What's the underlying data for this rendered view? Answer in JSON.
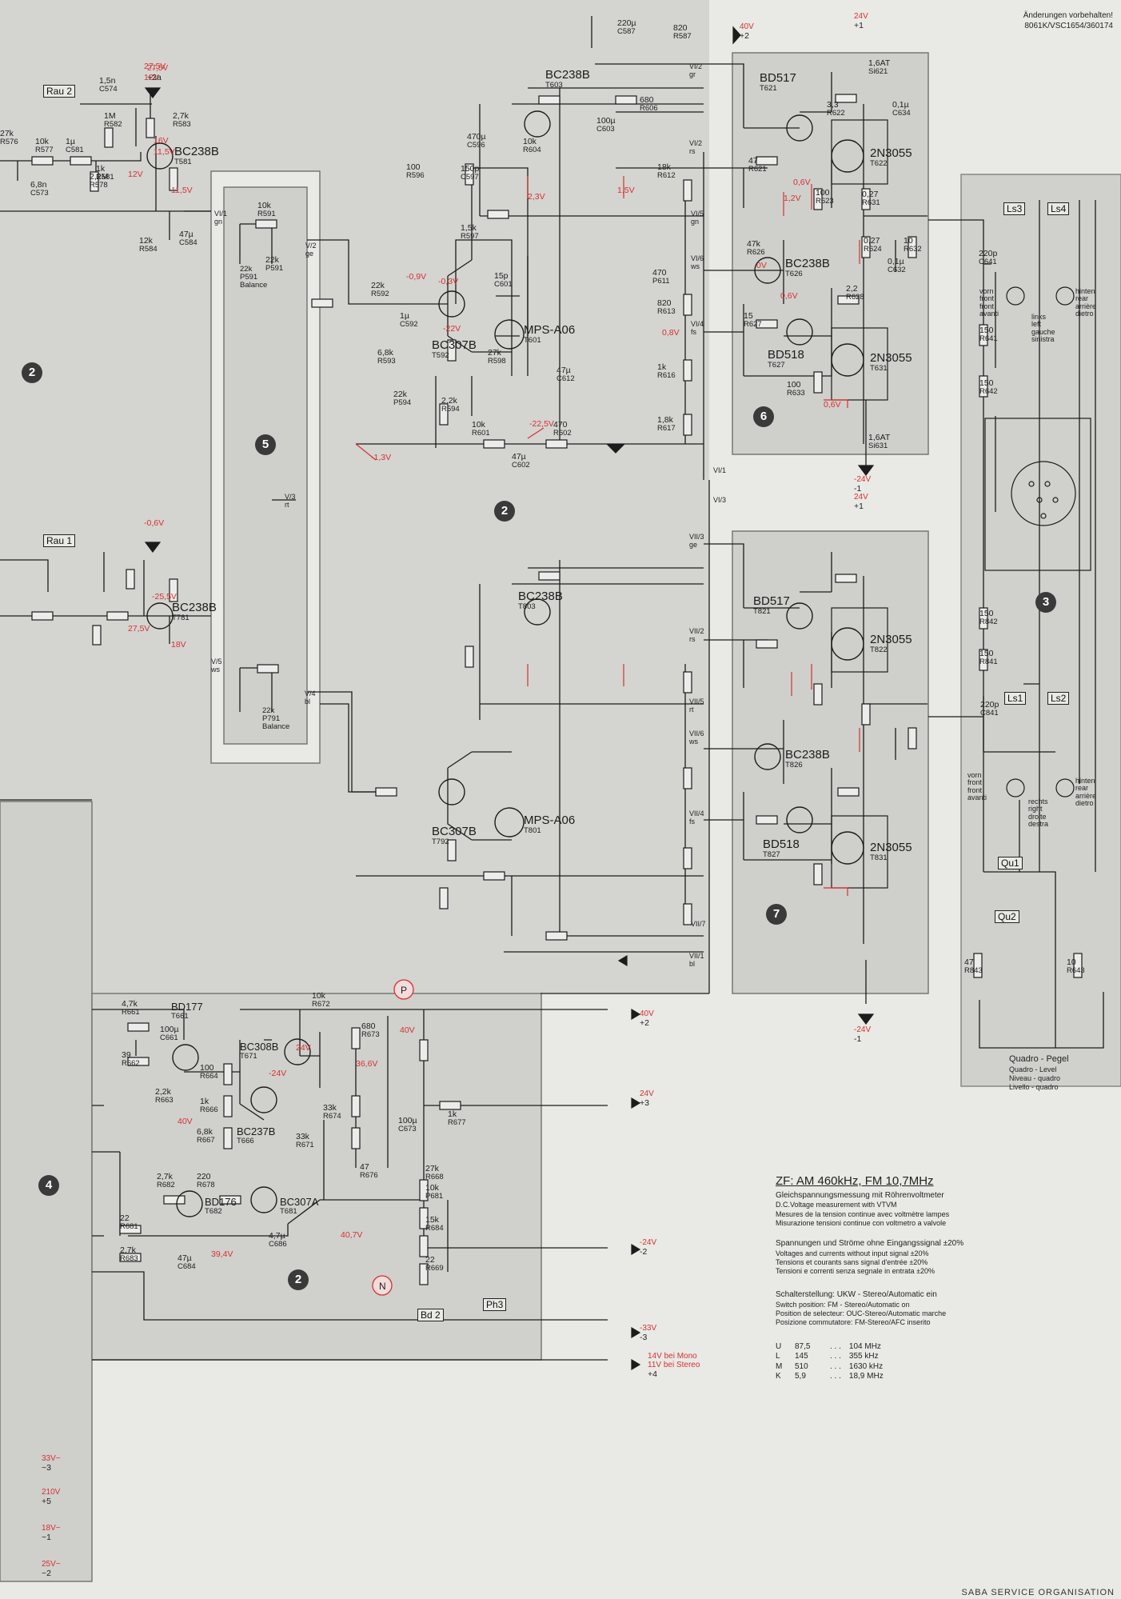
{
  "header_note": [
    "Änderungen vorbehalten!",
    "8061K/VSC1654/360174"
  ],
  "section_numbers": [
    "2",
    "5",
    "2",
    "6",
    "7",
    "3",
    "4",
    "2"
  ],
  "transistors": [
    {
      "type": "BC238B",
      "ref": "T581"
    },
    {
      "type": "BC238B",
      "ref": "T781"
    },
    {
      "type": "BC238B",
      "ref": "T603"
    },
    {
      "type": "BC238B",
      "ref": "T803"
    },
    {
      "type": "BC307B",
      "ref": "T592"
    },
    {
      "type": "BC307B",
      "ref": "T792"
    },
    {
      "type": "MPS-A06",
      "ref": "T601"
    },
    {
      "type": "MPS-A06",
      "ref": "T801"
    },
    {
      "type": "BD517",
      "ref": "T621"
    },
    {
      "type": "BD517",
      "ref": "T821"
    },
    {
      "type": "2N3055",
      "ref": "T622"
    },
    {
      "type": "2N3055",
      "ref": "T822"
    },
    {
      "type": "BC238B",
      "ref": "T626"
    },
    {
      "type": "BC238B",
      "ref": "T826"
    },
    {
      "type": "BD518",
      "ref": "T627"
    },
    {
      "type": "BD518",
      "ref": "T827"
    },
    {
      "type": "2N3055",
      "ref": "T631"
    },
    {
      "type": "2N3055",
      "ref": "T831"
    },
    {
      "type": "BD177",
      "ref": "T661"
    },
    {
      "type": "BC308B",
      "ref": "T671"
    },
    {
      "type": "BC237B",
      "ref": "T666"
    },
    {
      "type": "BD176",
      "ref": "T682"
    },
    {
      "type": "BC307A",
      "ref": "T681"
    }
  ],
  "components": [
    {
      "v": "27k",
      "r": "R576"
    },
    {
      "v": "10k",
      "r": "R577"
    },
    {
      "v": "1µ",
      "r": "C581"
    },
    {
      "v": "2,2M",
      "r": "R578"
    },
    {
      "v": "6,8n",
      "r": "C573"
    },
    {
      "v": "1,5n",
      "r": "C574"
    },
    {
      "v": "1M",
      "r": "R582"
    },
    {
      "v": "2,7k",
      "r": "R583"
    },
    {
      "v": "1k",
      "r": "R581"
    },
    {
      "v": "12k",
      "r": "R584"
    },
    {
      "v": "47µ",
      "r": "C584"
    },
    {
      "v": "10k",
      "r": "R591"
    },
    {
      "v": "22k",
      "r": "P591"
    },
    {
      "v": "22k",
      "r": "R592"
    },
    {
      "v": "1µ",
      "r": "C592"
    },
    {
      "v": "100",
      "r": "R596"
    },
    {
      "v": "150p",
      "r": "C597"
    },
    {
      "v": "470µ",
      "r": "C596"
    },
    {
      "v": "1,5k",
      "r": "R597"
    },
    {
      "v": "15p",
      "r": "C601"
    },
    {
      "v": "27k",
      "r": "R598"
    },
    {
      "v": "6,8k",
      "r": "R593"
    },
    {
      "v": "22k",
      "r": "P594"
    },
    {
      "v": "2,2k",
      "r": "R594"
    },
    {
      "v": "10k",
      "r": "R601"
    },
    {
      "v": "47µ",
      "r": "C602"
    },
    {
      "v": "470",
      "r": "R602"
    },
    {
      "v": "47µ",
      "r": "C612"
    },
    {
      "v": "10k",
      "r": "R604"
    },
    {
      "v": "100µ",
      "r": "C603"
    },
    {
      "v": "680",
      "r": "R606"
    },
    {
      "v": "18k",
      "r": "R612"
    },
    {
      "v": "470",
      "r": "P611"
    },
    {
      "v": "820",
      "r": "R613"
    },
    {
      "v": "1k",
      "r": "R616"
    },
    {
      "v": "1,8k",
      "r": "R617"
    },
    {
      "v": "220µ",
      "r": "C587"
    },
    {
      "v": "820",
      "r": "R587"
    },
    {
      "v": "47",
      "r": "R621"
    },
    {
      "v": "3,3",
      "r": "R622"
    },
    {
      "v": "100",
      "r": "R623"
    },
    {
      "v": "0,27",
      "r": "R631"
    },
    {
      "v": "0,1µ",
      "r": "C634"
    },
    {
      "v": "47k",
      "r": "R626"
    },
    {
      "v": "0,27",
      "r": "R624"
    },
    {
      "v": "10",
      "r": "R632"
    },
    {
      "v": "0,1µ",
      "r": "C632"
    },
    {
      "v": "2,2",
      "r": "R628"
    },
    {
      "v": "15",
      "r": "R627"
    },
    {
      "v": "100",
      "r": "R633"
    },
    {
      "v": "1,6AT",
      "r": "Si621"
    },
    {
      "v": "1,6AT",
      "r": "Si631"
    },
    {
      "v": "150",
      "r": "R641"
    },
    {
      "v": "150",
      "r": "R642"
    },
    {
      "v": "220p",
      "r": "C641"
    },
    {
      "v": "150",
      "r": "R842"
    },
    {
      "v": "150",
      "r": "R841"
    },
    {
      "v": "220p",
      "r": "C841"
    },
    {
      "v": "47",
      "r": "R843"
    },
    {
      "v": "10",
      "r": "R643"
    },
    {
      "v": "4,7k",
      "r": "R661"
    },
    {
      "v": "100µ",
      "r": "C661"
    },
    {
      "v": "39",
      "r": "R662"
    },
    {
      "v": "10k",
      "r": "R672"
    },
    {
      "v": "680",
      "r": "R673"
    },
    {
      "v": "100",
      "r": "R664"
    },
    {
      "v": "2,2k",
      "r": "R663"
    },
    {
      "v": "1k",
      "r": "R666"
    },
    {
      "v": "6,8k",
      "r": "R667"
    },
    {
      "v": "33k",
      "r": "R674"
    },
    {
      "v": "33k",
      "r": "R671"
    },
    {
      "v": "1k",
      "r": "R677"
    },
    {
      "v": "100µ",
      "r": "C673"
    },
    {
      "v": "47",
      "r": "R676"
    },
    {
      "v": "27k",
      "r": "R668"
    },
    {
      "v": "10k",
      "r": "P681"
    },
    {
      "v": "15k",
      "r": "R684"
    },
    {
      "v": "22",
      "r": "R669"
    },
    {
      "v": "2,7k",
      "r": "R682"
    },
    {
      "v": "220",
      "r": "R678"
    },
    {
      "v": "22",
      "r": "R681"
    },
    {
      "v": "2,7k",
      "r": "R683"
    },
    {
      "v": "47µ",
      "r": "C684"
    },
    {
      "v": "4,7µ",
      "r": "C686"
    }
  ],
  "voltages": [
    "27,5V",
    "16V",
    "12V",
    "11,5V",
    "-0,9V",
    "-0,3V",
    "-22V",
    "2,3V",
    "1,5V",
    "1,2V",
    "0,6V",
    "0V",
    "0,6V",
    "0,8V",
    "0,6V",
    "-22,5V",
    "-1,3V",
    "40V",
    "24V",
    "-24V",
    "40V",
    "36,6V",
    "40,7V",
    "39,4V",
    "-0,6V",
    "-25,5V",
    "27,5V",
    "18V",
    "12V",
    "11,5V"
  ],
  "connectors": [
    {
      "pin": "VI/1",
      "wire": "gn"
    },
    {
      "pin": "V/2",
      "wire": "ge"
    },
    {
      "pin": "V/3",
      "wire": "rt"
    },
    {
      "pin": "V/5",
      "wire": "ws"
    },
    {
      "pin": "V/4",
      "wire": "bl"
    },
    {
      "pin": "VI/2",
      "wire": "gr"
    },
    {
      "pin": "VI/2",
      "wire": "rs"
    },
    {
      "pin": "VI/5",
      "wire": "gn"
    },
    {
      "pin": "VI/6",
      "wire": "ws"
    },
    {
      "pin": "VI/4",
      "wire": "fs"
    },
    {
      "pin": "VI/1",
      "wire": ""
    },
    {
      "pin": "VI/3",
      "wire": ""
    },
    {
      "pin": "VII/3",
      "wire": "ge"
    },
    {
      "pin": "VII/2",
      "wire": "rs"
    },
    {
      "pin": "VII/5",
      "wire": "rt"
    },
    {
      "pin": "VII/6",
      "wire": "ws"
    },
    {
      "pin": "VII/4",
      "wire": "fs"
    },
    {
      "pin": "VII/7",
      "wire": ""
    },
    {
      "pin": "VII/1",
      "wire": "bl"
    }
  ],
  "supply_rails": [
    {
      "volt": "27,5V",
      "rail": "+2a"
    },
    {
      "volt": "40V",
      "rail": "+2"
    },
    {
      "volt": "24V",
      "rail": "+1"
    },
    {
      "volt": "-24V",
      "rail": "-1"
    },
    {
      "volt": "24V",
      "rail": "+1"
    },
    {
      "volt": "-24V",
      "rail": "-1"
    },
    {
      "volt": "40V",
      "rail": "+2"
    },
    {
      "volt": "24V",
      "rail": "+3"
    },
    {
      "volt": "-24V",
      "rail": "-2"
    },
    {
      "volt": "-33V",
      "rail": "-3"
    },
    {
      "volt": "14V bei Mono\n11V bei Stereo",
      "rail": "+4"
    },
    {
      "volt": "33V~",
      "rail": "~3"
    },
    {
      "volt": "210V",
      "rail": "+5"
    },
    {
      "volt": "18V~",
      "rail": "~1"
    },
    {
      "volt": "25V~",
      "rail": "~2"
    }
  ],
  "switches": [
    "Rau 2",
    "Rau 1",
    "Ls3",
    "Ls4",
    "Ls1",
    "Ls2",
    "Qu1",
    "Qu2",
    "Bd 2",
    "Ph3"
  ],
  "test_points": [
    "P",
    "N"
  ],
  "balance_labels": [
    "22k\nP591\nBalance",
    "22k\nP791\nBalance"
  ],
  "lamps": [
    {
      "text": "vorn\nfront\nfront\navanti"
    },
    {
      "text": "links\nleft\ngauche\nsinistra"
    },
    {
      "text": "hinten\nrear\narrière\ndietro"
    },
    {
      "text": "vorn\nfront\nfront\navanti"
    },
    {
      "text": "rechts\nright\ndroite\ndestra"
    },
    {
      "text": "hinten\nrear\narrière\ndietro"
    }
  ],
  "quadro_label": [
    "Quadro - Pegel",
    "Quadro - Level",
    "Niveau - quadro",
    "Livello - quadro"
  ],
  "notes": {
    "zf_title": "ZF: AM 460kHz, FM 10,7MHz",
    "measurement": [
      "Gleichspannungsmessung mit Röhrenvoltmeter",
      "D.C.Voltage measurement with VTVM",
      "Mesures de la tension continue avec voltmètre lampes",
      "Misurazione tensioni continue con voltmetro a valvole"
    ],
    "conditions": [
      "Spannungen und Ströme ohne Eingangssignal ±20%",
      "Voltages and currents without input signal ±20%",
      "Tensions et courants sans signal d'entrée ±20%",
      "Tensioni e correnti senza segnale in entrata ±20%"
    ],
    "switch_position": [
      "Schalterstellung: UKW - Stereo/Automatic ein",
      "Switch position: FM - Stereo/Automatic on",
      "Position de selecteur: OUC-Stereo/Automatic marche",
      "Posizione commutatore: FM-Stereo/AFC inserito"
    ],
    "bands": [
      {
        "band": "U",
        "from": "87,5",
        "to": "104 MHz"
      },
      {
        "band": "L",
        "from": "145",
        "to": "355 kHz"
      },
      {
        "band": "M",
        "from": "510",
        "to": "1630 kHz"
      },
      {
        "band": "K",
        "from": "5,9",
        "to": "18,9 MHz"
      }
    ]
  },
  "footer": "SABA SERVICE ORGANISATION"
}
